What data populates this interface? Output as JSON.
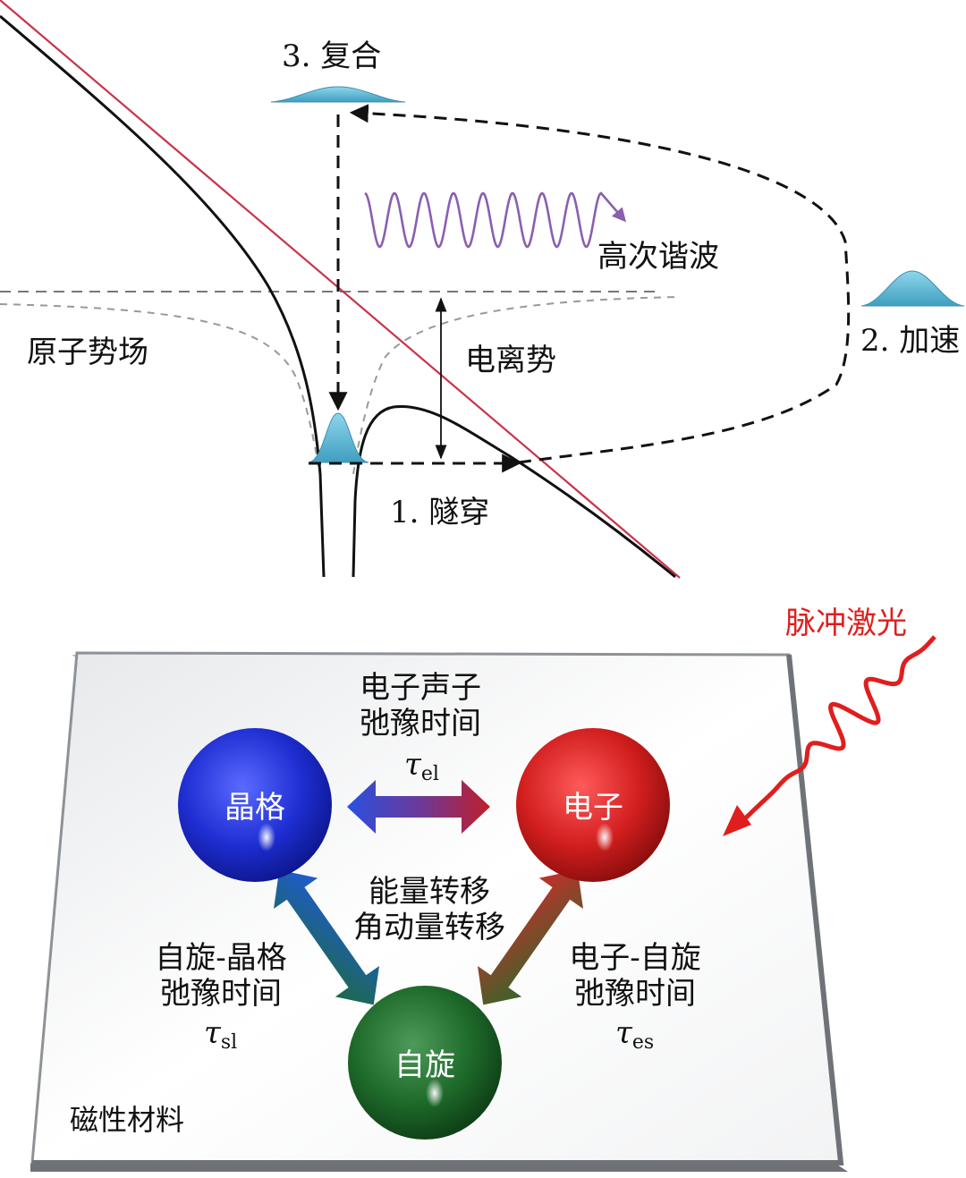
{
  "top": {
    "label_recombination": "3. 复合",
    "label_harmonic": "高次谐波",
    "label_accelerate": "2. 加速",
    "label_atomic_potential": "原子势场",
    "label_ionization": "电离势",
    "label_tunneling": "1. 隧穿"
  },
  "bottom": {
    "label_pulse_laser": "脉冲激光",
    "label_material": "磁性材料",
    "label_lattice": "晶格",
    "label_electron": "电子",
    "label_spin": "自旋",
    "el_line1": "电子声子",
    "el_line2": "弛豫时间",
    "el_tau": "τ",
    "el_tau_sub": "el",
    "center_line1": "能量转移",
    "center_line2": "角动量转移",
    "sl_line1": "自旋-晶格",
    "sl_line2": "弛豫时间",
    "sl_tau": "τ",
    "sl_tau_sub": "sl",
    "es_line1": "电子-自旋",
    "es_line2": "弛豫时间",
    "es_tau": "τ",
    "es_tau_sub": "es"
  },
  "colors": {
    "field_line": "#c8334b",
    "potential": "#111111",
    "wavepacket": "#6ec3dc",
    "harmonic": "#8a5fb0",
    "laser": "#e01e1e",
    "lattice": "#1e2ed2",
    "electron": "#d21e1e",
    "spin": "#1e6a2a"
  }
}
